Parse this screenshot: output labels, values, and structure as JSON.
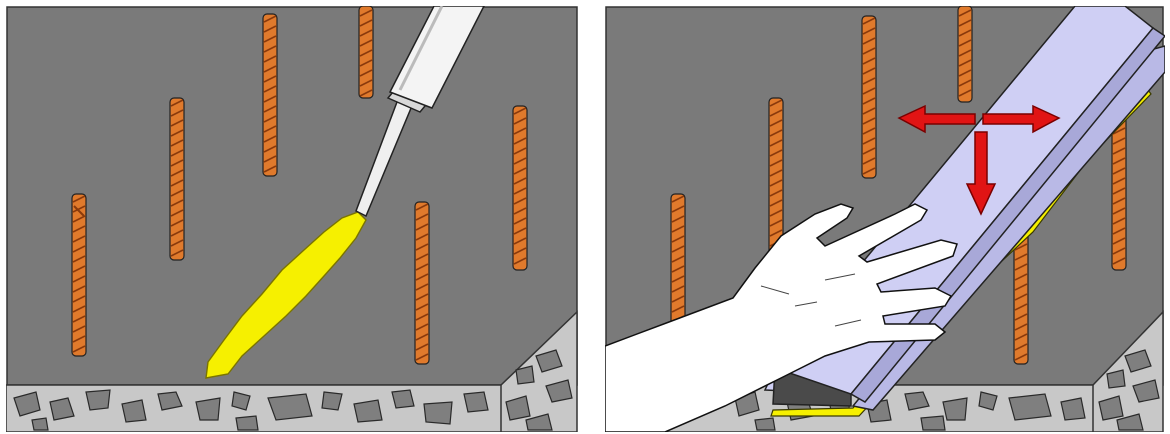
{
  "colors": {
    "wall": "#7a7a7a",
    "wall_outline": "#333333",
    "floor": "#c8c8c8",
    "stone": "#7f7f7f",
    "rebar": "#e07a2c",
    "rebar_dark": "#8a3a0c",
    "sealant": "#f6f000",
    "cartridge": "#f4f4f4",
    "profile": "#c9c9ef",
    "arrow": "#e11414",
    "hand": "#ffffff"
  },
  "panels": [
    {
      "step": "apply-sealant",
      "elements": [
        "wall",
        "rebars",
        "sealant-gun",
        "sealant-bead",
        "floor-slab"
      ]
    },
    {
      "step": "press-profile",
      "elements": [
        "wall",
        "rebars",
        "waterstop-profile",
        "hand",
        "movement-arrows",
        "floor-slab"
      ]
    }
  ],
  "icons": {
    "gun": "sealant-cartridge-icon",
    "hand": "hand-icon",
    "arrows": "direction-arrows-icon"
  }
}
